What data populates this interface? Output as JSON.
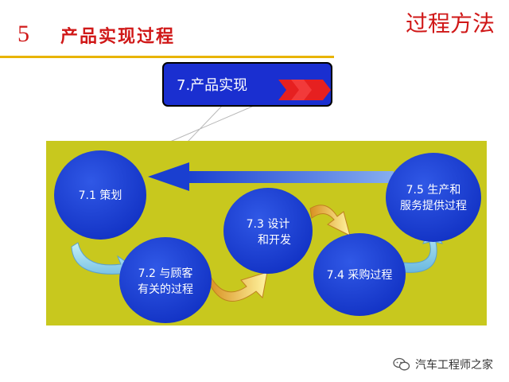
{
  "header": {
    "number": "5",
    "title": "产品实现过程",
    "method": "过程方法"
  },
  "diagram": {
    "top_box": "7.产品实现",
    "nodes": {
      "n71": [
        "7.1 策划"
      ],
      "n72": [
        "7.2 与顾客",
        "有关的过程"
      ],
      "n73": [
        "7.3 设计",
        "和开发"
      ],
      "n74": [
        "7.4 采购过程"
      ],
      "n75": [
        "7.5 生产和",
        "服务提供过程"
      ]
    }
  },
  "watermark": "汽车工程师之家",
  "colors": {
    "node": "#1a44d8",
    "box": "#1a2fd0",
    "panel": "#c8c81e",
    "accent_red": "#e62020",
    "title_red": "#d01818"
  }
}
